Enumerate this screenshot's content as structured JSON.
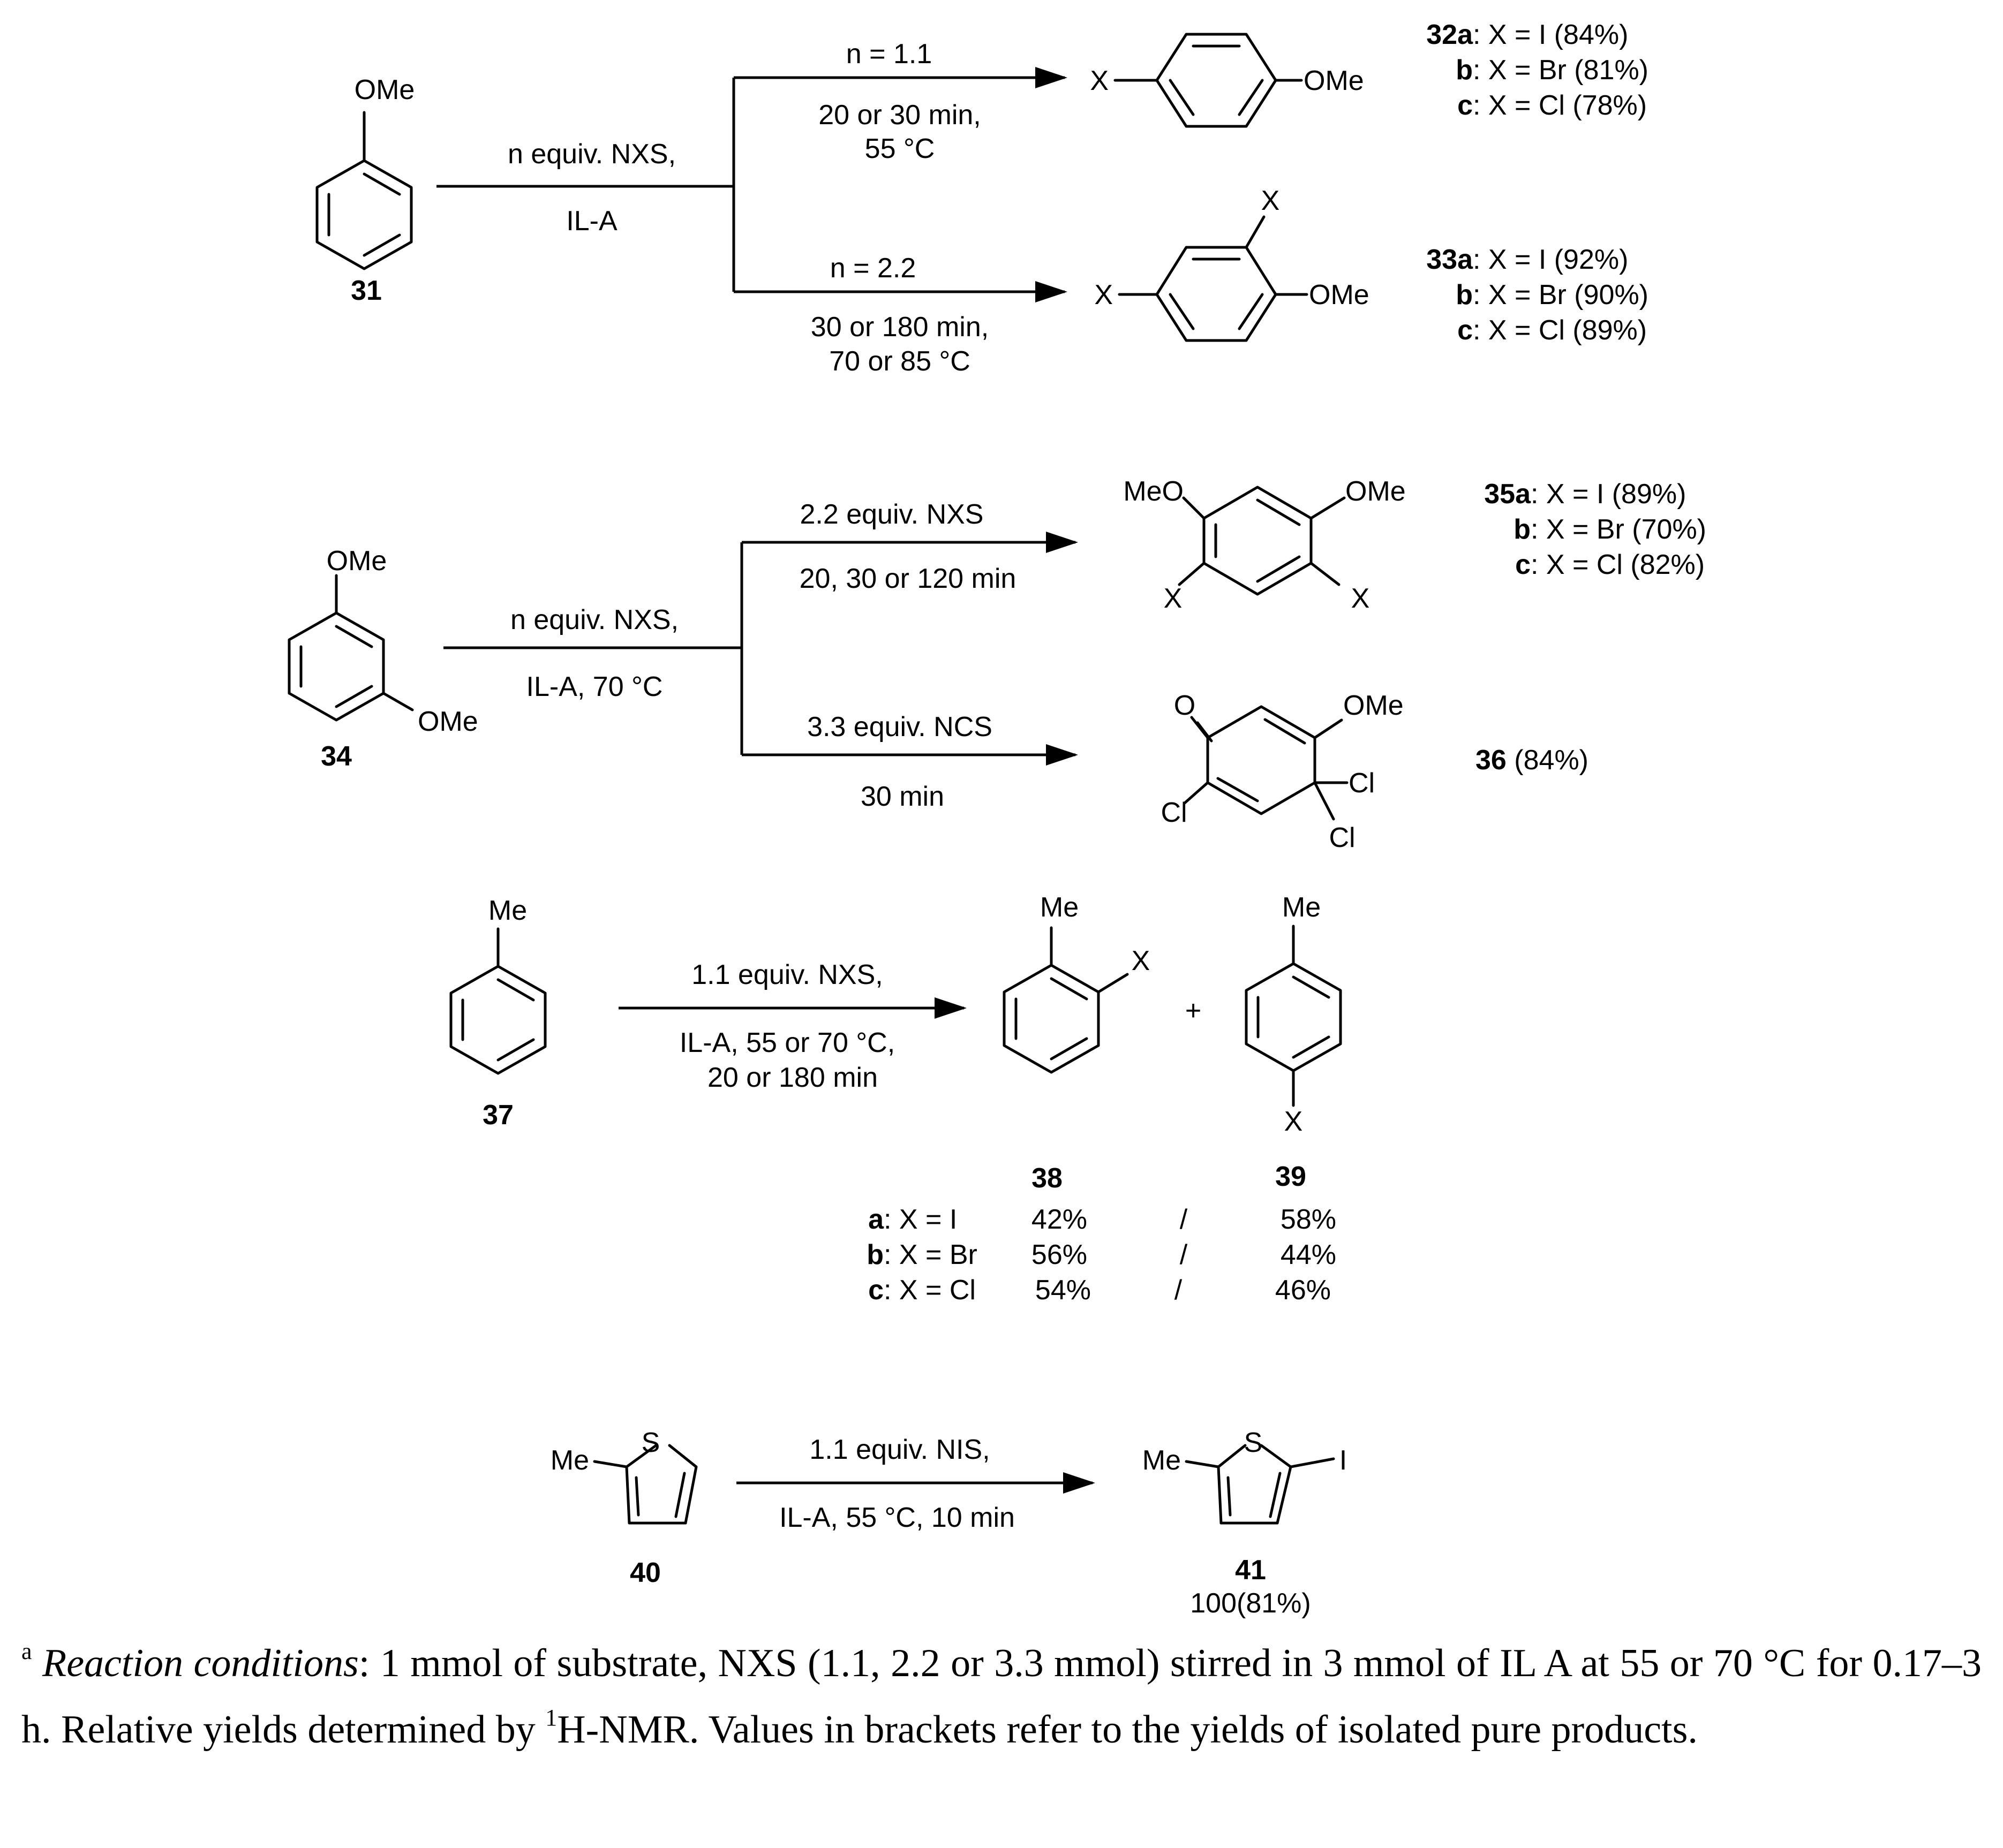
{
  "scheme1": {
    "substrate": {
      "number": "31",
      "group": "OMe"
    },
    "reagents": {
      "line1": "n equiv. NXS,",
      "line2": "IL-A"
    },
    "branch_top": {
      "condition1": "n = 1.1",
      "condition2": "20 or 30 min,",
      "condition3": "55 °C"
    },
    "branch_bottom": {
      "condition1": "n = 2.2",
      "condition2": "30 or 180 min,",
      "condition3": "70 or 85 °C"
    },
    "product_top": {
      "sub_left": "X",
      "sub_right": "OMe",
      "yields": [
        {
          "label": "32a",
          "text": ": X = I (84%)"
        },
        {
          "label": "b",
          "text": ": X = Br (81%)"
        },
        {
          "label": "c",
          "text": ": X = Cl (78%)"
        }
      ]
    },
    "product_bottom": {
      "sub_left": "X",
      "sub_top": "X",
      "sub_right": "OMe",
      "yields": [
        {
          "label": "33a",
          "text": ": X = I (92%)"
        },
        {
          "label": "b",
          "text": ": X = Br (90%)"
        },
        {
          "label": "c",
          "text": ": X = Cl (89%)"
        }
      ]
    }
  },
  "scheme2": {
    "substrate": {
      "number": "34",
      "group_top": "OMe",
      "group_bottom": "OMe"
    },
    "reagents": {
      "line1": "n equiv. NXS,",
      "line2": "IL-A, 70 °C"
    },
    "branch_top": {
      "condition1": "2.2 equiv. NXS",
      "condition2": "20, 30 or 120 min"
    },
    "branch_bottom": {
      "condition1": "3.3 equiv. NCS",
      "condition2": "30 min"
    },
    "product_top": {
      "meo": "MeO",
      "ome": "OMe",
      "x_left": "X",
      "x_right": "X",
      "yields": [
        {
          "label": "35a",
          "text": ": X = I (89%)"
        },
        {
          "label": "b",
          "text": ": X = Br (70%)"
        },
        {
          "label": "c",
          "text": ": X = Cl (82%)"
        }
      ]
    },
    "product_bottom": {
      "oxo": "O",
      "ome": "OMe",
      "cl_left": "Cl",
      "cl_right": "Cl",
      "cl_bottom": "Cl",
      "number": "36",
      "yield": " (84%)"
    }
  },
  "scheme3": {
    "substrate": {
      "number": "37",
      "group": "Me"
    },
    "reagents": {
      "line1": "1.1 equiv. NXS,",
      "line2": "IL-A, 55 or 70 °C,",
      "line3": "20 or 180 min"
    },
    "product_ortho": {
      "number": "38",
      "me": "Me",
      "x": "X"
    },
    "plus": "+",
    "product_para": {
      "number": "39",
      "me": "Me",
      "x": "X"
    },
    "table": [
      {
        "label": "a",
        "text": ": X = I",
        "ortho": "42%",
        "sep": "/",
        "para": "58%"
      },
      {
        "label": "b",
        "text": ": X = Br",
        "ortho": "56%",
        "sep": "/",
        "para": "44%"
      },
      {
        "label": "c",
        "text": ": X = Cl",
        "ortho": "54%",
        "sep": "/",
        "para": "46%"
      }
    ]
  },
  "scheme4": {
    "substrate": {
      "number": "40",
      "me": "Me",
      "s": "S"
    },
    "reagents": {
      "line1": "1.1 equiv. NIS,",
      "line2": "IL-A, 55 °C, 10 min"
    },
    "product": {
      "number": "41",
      "me": "Me",
      "s": "S",
      "i": "I",
      "yield": "100(81%)"
    }
  },
  "footnote": {
    "marker": "a",
    "italic": "Reaction conditions",
    "part1": ": 1 mmol of substrate, NXS (1.1, 2.2 or 3.3 mmol) stirred in 3 mmol of IL A at 55 or 70 °C for 0.17–3 h. Relative yields determined by ",
    "sup": "1",
    "part2": "H-NMR. Values in brackets refer to the yields of isolated pure products."
  }
}
